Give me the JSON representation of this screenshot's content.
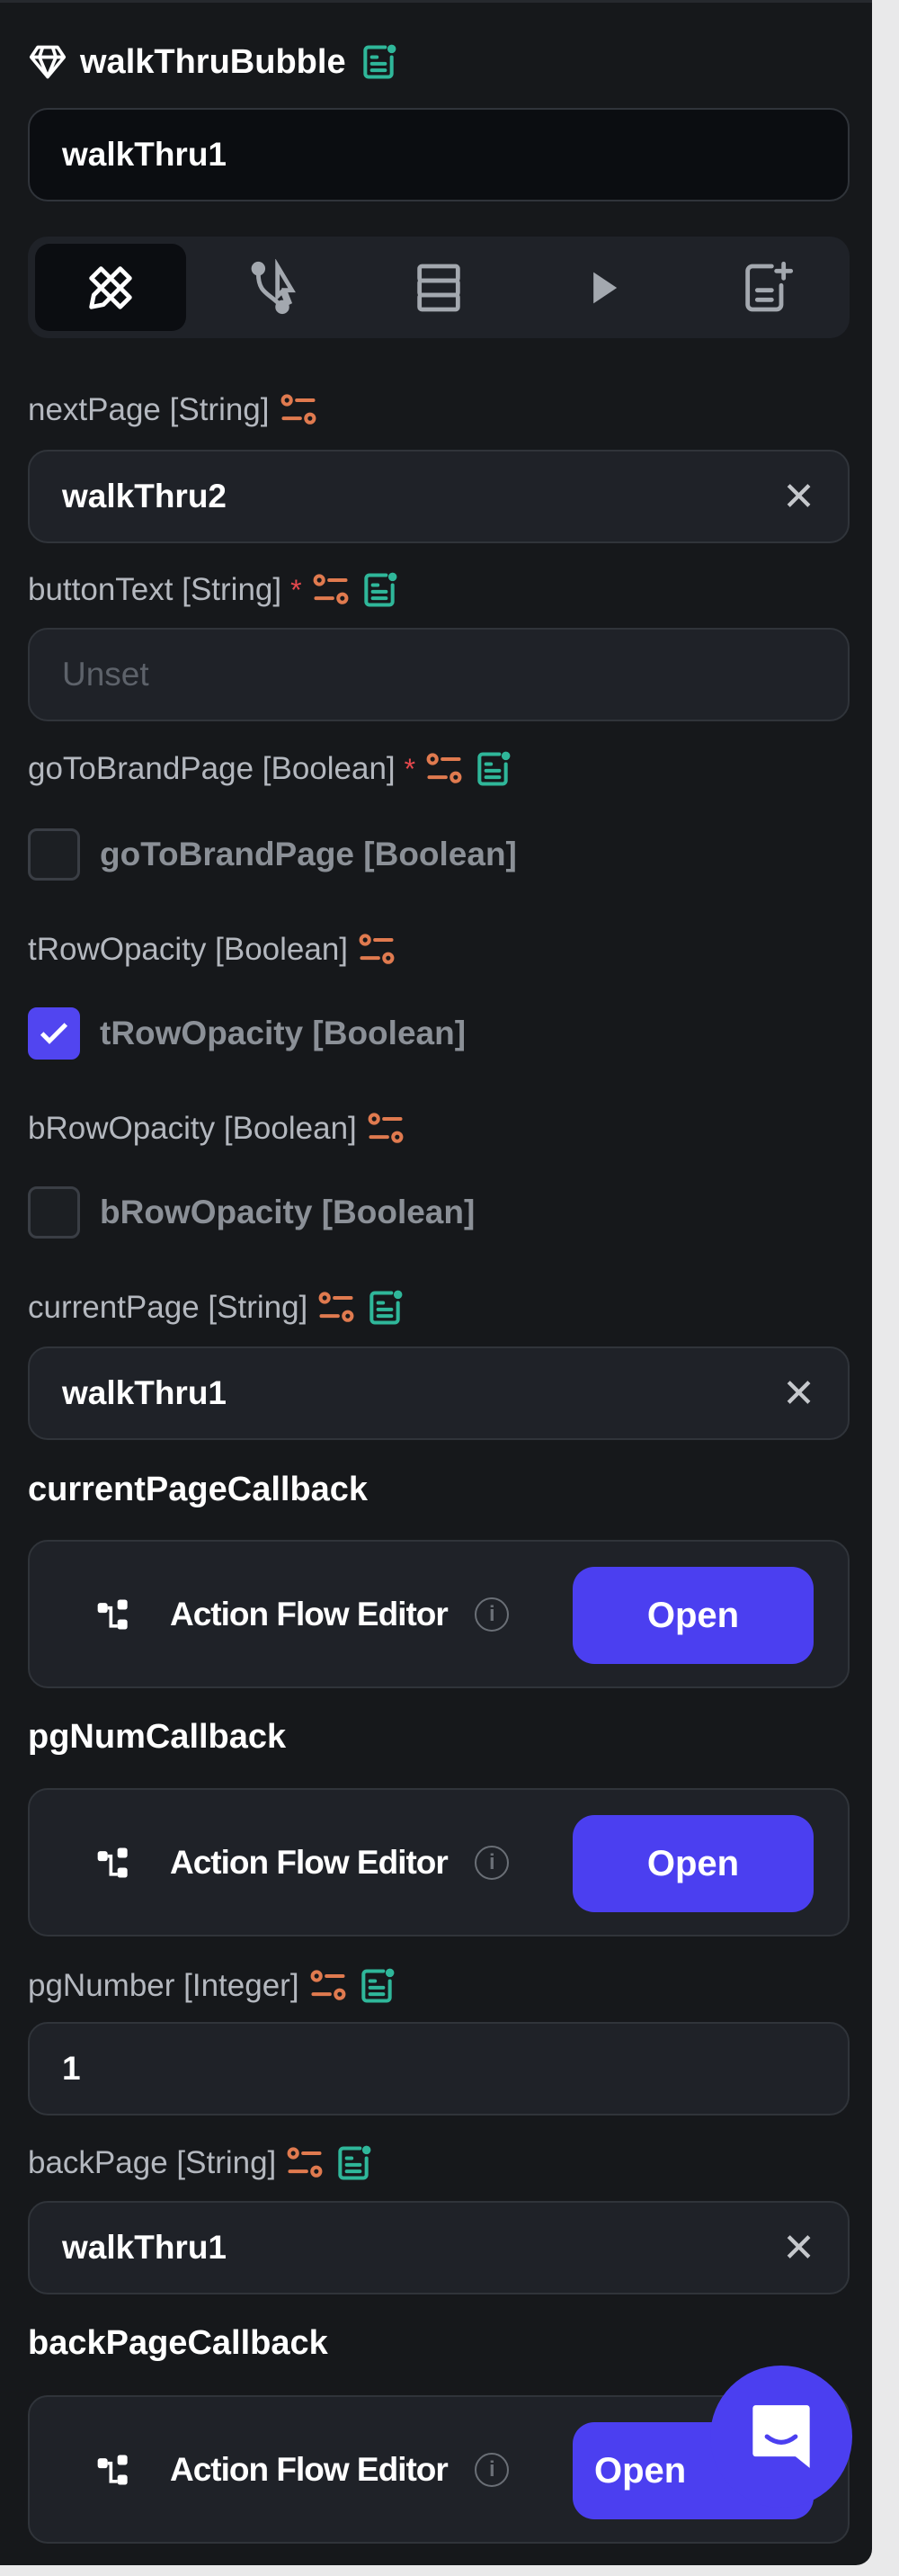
{
  "header": {
    "title": "walkThruBubble",
    "name_value": "walkThru1"
  },
  "tabs": [
    {
      "icon": "ruler-pencil-icon",
      "active": true
    },
    {
      "icon": "interaction-icon"
    },
    {
      "icon": "database-icon"
    },
    {
      "icon": "play-icon"
    },
    {
      "icon": "add-doc-icon"
    }
  ],
  "fields": {
    "nextPage": {
      "label": "nextPage [String]",
      "value": "walkThru2"
    },
    "buttonText": {
      "label": "buttonText [String]",
      "required": "*",
      "placeholder": "Unset"
    },
    "goToBrandPage": {
      "label": "goToBrandPage [Boolean]",
      "required": "*",
      "checkbox_label": "goToBrandPage [Boolean]",
      "checked": false
    },
    "tRowOpacity": {
      "label": "tRowOpacity [Boolean]",
      "checkbox_label": "tRowOpacity [Boolean]",
      "checked": true
    },
    "bRowOpacity": {
      "label": "bRowOpacity [Boolean]",
      "checkbox_label": "bRowOpacity [Boolean]",
      "checked": false
    },
    "currentPage": {
      "label": "currentPage [String]",
      "value": "walkThru1"
    },
    "pgNumber": {
      "label": "pgNumber [Integer]",
      "value": "1"
    },
    "backPage": {
      "label": "backPage [String]",
      "value": "walkThru1"
    }
  },
  "callbacks": [
    {
      "title": "currentPageCallback",
      "editor": "Action Flow Editor",
      "button": "Open"
    },
    {
      "title": "pgNumCallback",
      "editor": "Action Flow Editor",
      "button": "Open"
    },
    {
      "title": "backPageCallback",
      "editor": "Action Flow Editor",
      "button": "Open"
    }
  ],
  "colors": {
    "accent": "#4b3ff0",
    "param_icon": "#e07a4f",
    "doc_icon": "#2fb79a"
  }
}
